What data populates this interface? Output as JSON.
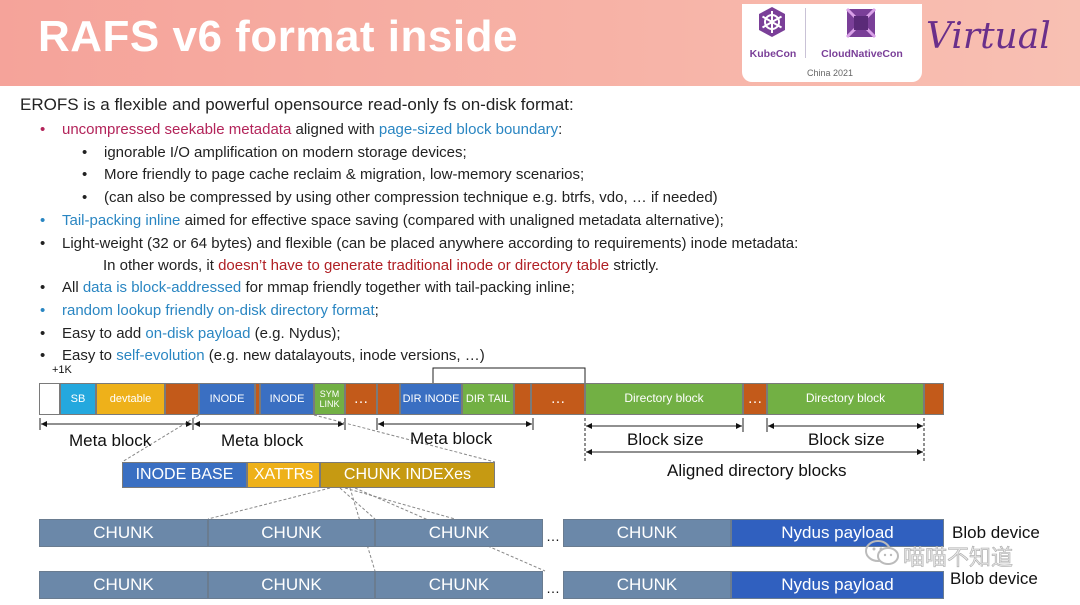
{
  "header": {
    "title": "RAFS v6 format inside",
    "kubecon": "KubeCon",
    "cncf": "CloudNativeCon",
    "china": "China 2021",
    "virtual": "Virtual"
  },
  "body": {
    "intro": "EROFS is a flexible and powerful opensource read-only fs on-disk format:",
    "b1": {
      "p1": "uncompressed seekable metadata",
      "p2": " aligned with ",
      "p3": "page-sized block boundary",
      "p4": ":"
    },
    "b1a": "ignorable I/O amplification on modern storage devices;",
    "b1b": "More friendly to page cache reclaim & migration, low-memory scenarios;",
    "b1c": "(can also be compressed by using other compression technique e.g. btrfs, vdo, … if needed)",
    "b2": {
      "p1": "Tail-packing inline",
      "p2": " aimed for effective space saving (compared with unaligned metadata alternative);"
    },
    "b3": "Light-weight (32 or 64 bytes) and flexible (can be placed anywhere according to requirements) inode metadata:",
    "b3cont": {
      "p1": "In other words, it ",
      "p2": "doesn’t have to generate traditional inode or directory table",
      "p3": " strictly."
    },
    "b4": {
      "p1": "All ",
      "p2": "data is block-addressed",
      "p3": " for mmap friendly together with tail-packing inline;"
    },
    "b5": {
      "p1": "random lookup friendly on-disk directory format",
      "p2": ";"
    },
    "b6": {
      "p1": "Easy to add ",
      "p2": "on-disk payload",
      "p3": " (e.g. Nydus);"
    },
    "b7": {
      "p1": "Easy to ",
      "p2": "self-evolution",
      "p3": " (e.g. new datalayouts, inode versions, …)"
    }
  },
  "diagram": {
    "plus1k": "+1K",
    "sb": "SB",
    "devtable": "devtable",
    "inode1": "INODE",
    "inode2": "INODE",
    "symlink": "SYM LINK",
    "ell": "…",
    "dir_inode": "DIR INODE",
    "dir_tail": "DIR TAIL",
    "dir_block": "Directory block",
    "meta_block": "Meta block",
    "block_size": "Block size",
    "aligned": "Aligned directory blocks",
    "inode_base": "INODE BASE",
    "xattrs": "XATTRs",
    "chunk_indexes": "CHUNK INDEXes",
    "chunk": "CHUNK",
    "nydus_payload": "Nydus payload",
    "blob_device": "Blob device"
  },
  "watermark": "喵喵不知道",
  "colors": {
    "header_bg": "#f5a39a",
    "orange": "#c35a1a",
    "light_blue": "#24a8de",
    "gold": "#eeb11a",
    "dark_blue": "#3a6fc2",
    "green": "#72b044",
    "chunk": "#6b88a9",
    "payload": "#3060bf"
  }
}
